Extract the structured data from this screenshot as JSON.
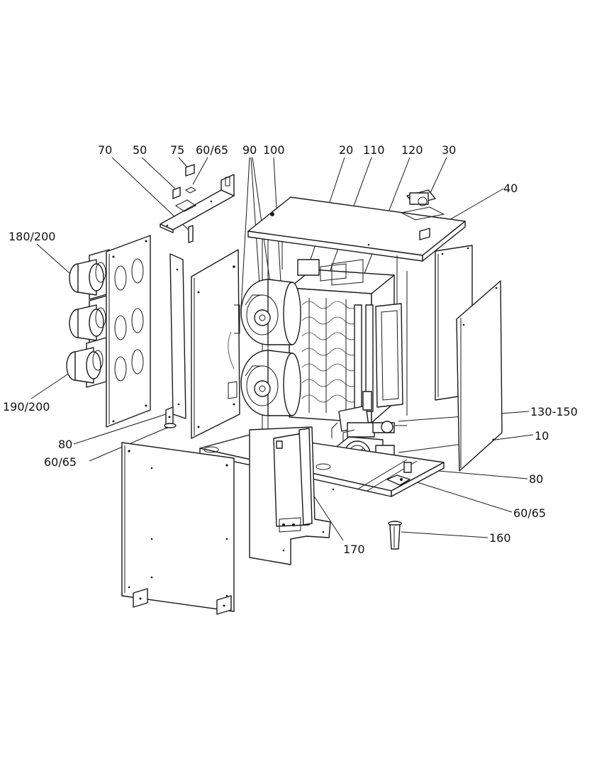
{
  "callouts": [
    {
      "id": "c70",
      "text": "70"
    },
    {
      "id": "c50",
      "text": "50"
    },
    {
      "id": "c75",
      "text": "75"
    },
    {
      "id": "c6065a",
      "text": "60/65"
    },
    {
      "id": "c90",
      "text": "90"
    },
    {
      "id": "c100",
      "text": "100"
    },
    {
      "id": "c20",
      "text": "20"
    },
    {
      "id": "c110",
      "text": "110"
    },
    {
      "id": "c120",
      "text": "120"
    },
    {
      "id": "c30",
      "text": "30"
    },
    {
      "id": "c40",
      "text": "40"
    },
    {
      "id": "c180",
      "text": "180/200"
    },
    {
      "id": "c190",
      "text": "190/200"
    },
    {
      "id": "c80a",
      "text": "80"
    },
    {
      "id": "c6065b",
      "text": "60/65"
    },
    {
      "id": "c130",
      "text": "130-150"
    },
    {
      "id": "c10",
      "text": "10"
    },
    {
      "id": "c80b",
      "text": "80"
    },
    {
      "id": "c6065c",
      "text": "60/65"
    },
    {
      "id": "c160",
      "text": "160"
    },
    {
      "id": "c170",
      "text": "170"
    }
  ]
}
